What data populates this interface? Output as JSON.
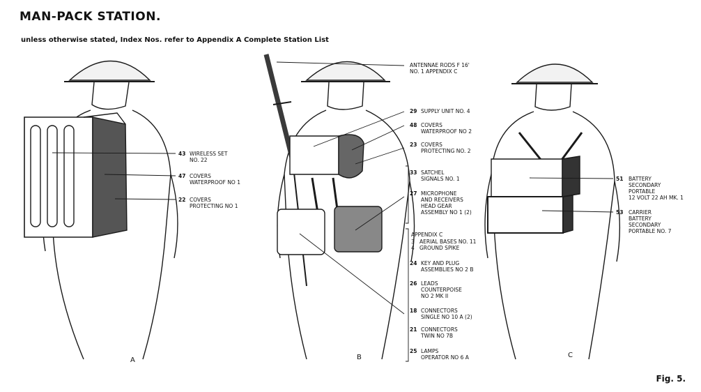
{
  "title": "MAN-PACK STATION.",
  "subtitle": "unless otherwise stated, Index Nos. refer to Appendix A Complete Station List",
  "figure_label": "Fig. 5.",
  "panels": {
    "a": "A",
    "b": "B",
    "c": "C"
  },
  "callouts_a": [
    {
      "num": "43",
      "text": "WIRELESS SET\nNo. 22"
    },
    {
      "num": "47",
      "text": "COVERS\nWATERPROOF No 1"
    },
    {
      "num": "22",
      "text": "COVERS\nPROTECTING No 1"
    }
  ],
  "callouts_b": [
    {
      "num": "",
      "text": "ANTENNAE RODS F 16'\nNo. 1 APPENDIX C"
    },
    {
      "num": "29",
      "text": "SUPPLY UNIT No. 4"
    },
    {
      "num": "48",
      "text": "COVERS\nWATERPROOF No 2"
    },
    {
      "num": "23",
      "text": "COVERS\nPROTECTING No. 2"
    },
    {
      "num": "33",
      "text": "SATCHEL\nSIGNALS No. 1"
    },
    {
      "num": "27",
      "text": "MICROPHONE\nAND RECEIVERS\nHEAD GEAR\nASSEMBLY No 1 (2)"
    }
  ],
  "appendix_c": {
    "heading": "APPENDIX C",
    "items": [
      {
        "num": "3",
        "text": "AERIAL BASES No. 11"
      },
      {
        "num": "4",
        "text": "GROUND SPIKE"
      }
    ]
  },
  "callouts_b_lower": [
    {
      "num": "24",
      "text": "KEY AND PLUG\nASSEMBLIES No 2 B"
    },
    {
      "num": "26",
      "text": "LEADS\nCOUNTERPOISE\nNo 2 MK II"
    },
    {
      "num": "18",
      "text": "CONNECTORS\nSINGLE No 10 A (2)"
    },
    {
      "num": "21",
      "text": "CONNECTORS\nTWIN No 7B"
    },
    {
      "num": "25",
      "text": "LAMPS\nOPERATOR No 6 A"
    }
  ],
  "callouts_c": [
    {
      "num": "51",
      "text": "BATTERY\nSECONDARY\nPORTABLE\n12 VOLT 22 Ah MK. 1"
    },
    {
      "num": "53",
      "text": "CARRIER\nBATTERY\nSECONDARY\nPORTABLE No. 7"
    }
  ]
}
